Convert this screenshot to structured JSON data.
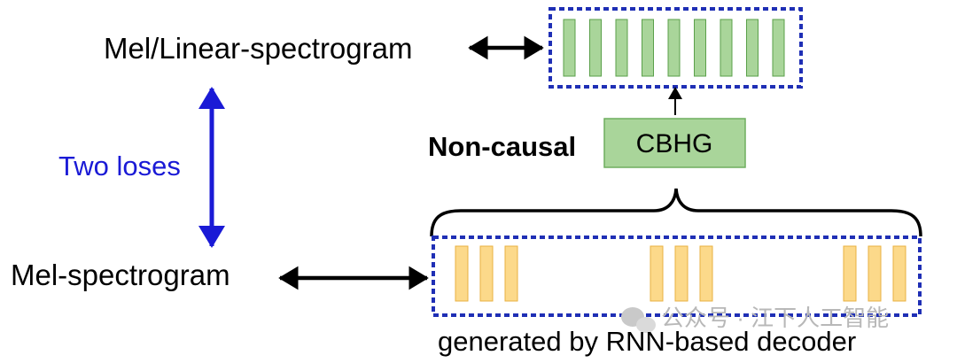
{
  "diagram": {
    "top_label": "Mel/Linear-spectrogram",
    "bottom_label": "Mel-spectrogram",
    "loss_label": "Two loses",
    "module_label": "CBHG",
    "module_kind": "Non-causal",
    "decoder_caption": "generated by RNN-based decoder",
    "watermark": "公众号 · 江下人工智能",
    "colors": {
      "frame_border": "#1f2fb5",
      "green_fill": "#a9d59a",
      "green_stroke": "#5aa04a",
      "orange_fill": "#fcd98a",
      "orange_stroke": "#e9b141",
      "loss_arrow": "#1a1ad6",
      "cbhg_fill": "#a9d59a"
    },
    "icons": [
      "double-arrow-icon",
      "up-arrow-icon",
      "brace-icon",
      "wechat-icon"
    ]
  }
}
